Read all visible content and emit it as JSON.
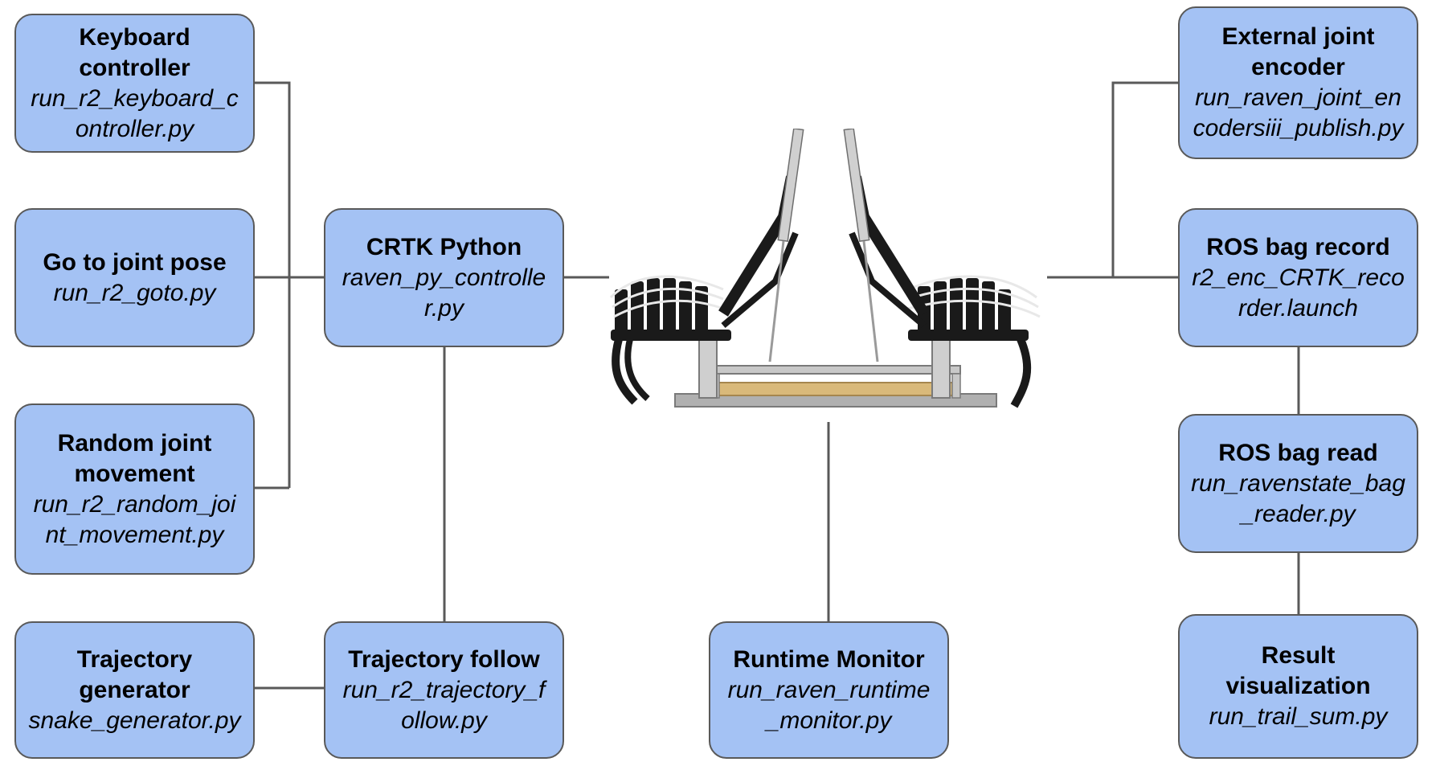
{
  "colors": {
    "node_fill": "#a4c2f4",
    "node_border": "#595959",
    "connector": "#595959"
  },
  "nodes": {
    "keyboard": {
      "title": "Keyboard controller",
      "script": "run_r2_keyboard_controller.py"
    },
    "goto": {
      "title": "Go to joint pose",
      "script": "run_r2_goto.py"
    },
    "random": {
      "title": "Random joint movement",
      "script": "run_r2_random_joint_movement.py"
    },
    "trajgen": {
      "title": "Trajectory generator",
      "script": "snake_generator.py"
    },
    "crtk": {
      "title": "CRTK Python",
      "script": "raven_py_controller.py"
    },
    "trajfollow": {
      "title": "Trajectory follow",
      "script": "run_r2_trajectory_follow.py"
    },
    "monitor": {
      "title": "Runtime Monitor",
      "script": "run_raven_runtime_monitor.py"
    },
    "encoder": {
      "title": "External joint encoder",
      "script": "run_raven_joint_encodersiii_publish.py"
    },
    "bagrecord": {
      "title": "ROS bag record",
      "script": "r2_enc_CRTK_recorder.launch"
    },
    "bagread": {
      "title": "ROS bag read",
      "script": "run_ravenstate_bag_reader.py"
    },
    "resultvis": {
      "title": "Result visualization",
      "script": "run_trail_sum.py"
    }
  },
  "robot": {
    "icon": "raven-ii-surgical-robot-icon"
  }
}
